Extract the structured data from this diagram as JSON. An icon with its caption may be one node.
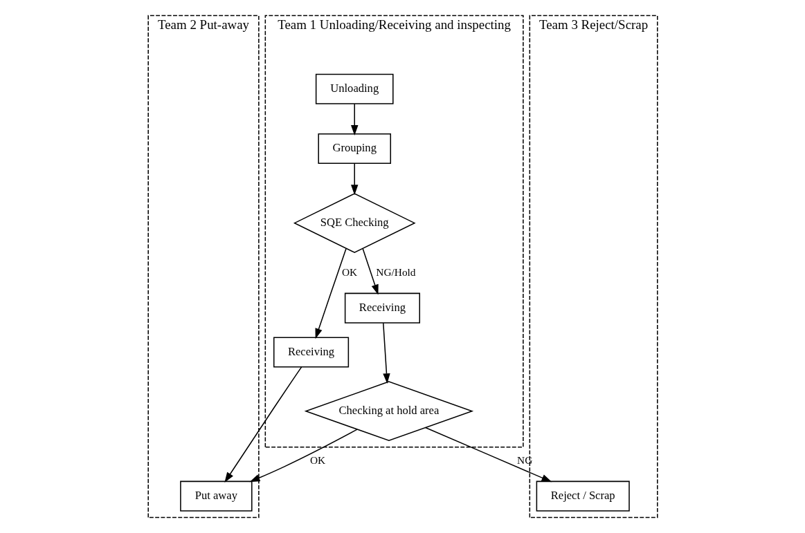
{
  "diagram": {
    "nodes": [
      {
        "text": [
          "Team 1 Unloading/Receiving and inspecting"
        ]
      },
      {
        "text": [
          "Team 2 Put-away"
        ]
      },
      {
        "text": [
          "Team 3 Reject/Scrap"
        ]
      },
      {
        "text": [
          "Unloading"
        ],
        "in": 0
      },
      {
        "text": [
          "Grouping"
        ],
        "in": 0
      },
      {
        "text": [
          "SQE Checking"
        ],
        "in": 0
      },
      {
        "text": [
          "Receiving"
        ],
        "in": 0
      },
      {
        "text": [
          "Receiving"
        ],
        "in": 0
      },
      {
        "text": [
          "Checking at hold area"
        ],
        "in": 0
      },
      {
        "text": [
          "Put away"
        ],
        "in": 1
      },
      {
        "text": [
          "Reject / Scrap"
        ],
        "in": 2
      }
    ],
    "edges": [
      {
        "from": 3,
        "to": 4,
        "arrow": "to"
      },
      {
        "from": 4,
        "to": 5,
        "arrow": "to"
      },
      {
        "from": 5,
        "to": 6,
        "label": "OK",
        "arrow": "to"
      },
      {
        "from": 5,
        "to": 7,
        "label": "NG/Hold",
        "arrow": "to"
      },
      {
        "from": 7,
        "to": 8,
        "arrow": "to"
      },
      {
        "from": 8,
        "to": 9,
        "label": "OK",
        "arrow": "to"
      },
      {
        "from": 6,
        "to": 9,
        "arrow": "to"
      },
      {
        "from": 8,
        "to": 10,
        "label": "NG",
        "arrow": "to"
      }
    ]
  }
}
